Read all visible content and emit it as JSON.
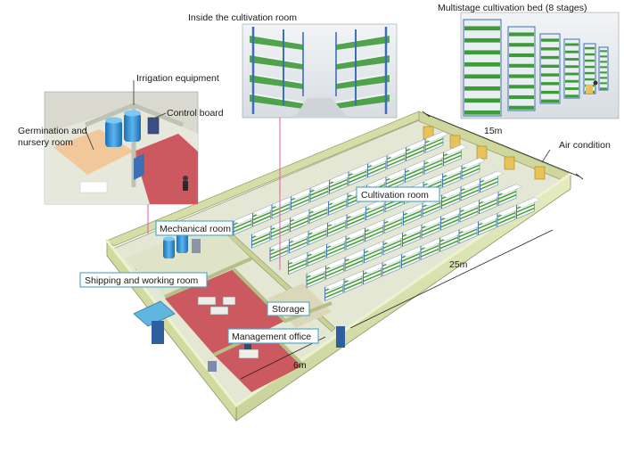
{
  "labels": {
    "inside_room": "Inside the cultivation room",
    "multistage_bed": "Multistage cultivation bed (8 stages)",
    "irrigation": "Irrigation equipment",
    "control_board": "Control board",
    "germination": "Germination and\nnursery room",
    "air_condition": "Air condition",
    "cultivation_room": "Cultivation room",
    "mechanical_room": "Mechanical room",
    "shipping_room": "Shipping and working room",
    "storage": "Storage",
    "management_office": "Management office"
  },
  "dimensions": {
    "width": "15m",
    "length": "25m",
    "depth": "6m"
  },
  "colors": {
    "wall": "#dfe6b6",
    "wall_dark": "#b9c28a",
    "floor": "#e8ebd9",
    "rack_frame": "#3d6fb5",
    "plant": "#3f9b3a",
    "panel": "#f4f6ee",
    "red_floor": "#c8404a",
    "tank": "#2e8fd6",
    "accent_line": "#e05ca4",
    "label_border": "#4aa3c8"
  },
  "diagram": {
    "rack_rows": 6,
    "racks_per_row": 11,
    "bed_stages": 8
  }
}
